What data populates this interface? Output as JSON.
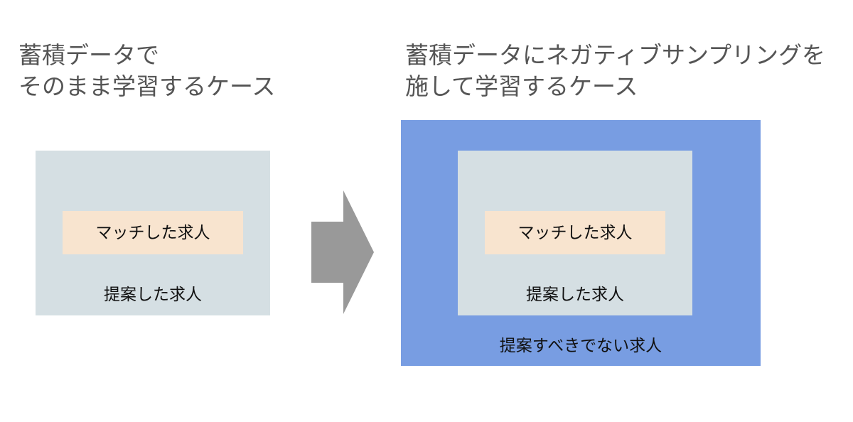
{
  "left": {
    "title_lines": [
      "蓄積データで",
      "そのまま学習するケース"
    ],
    "proposed_label": "提案した求人",
    "matched_label": "マッチした求人"
  },
  "arrow": {
    "icon": "right-arrow-icon",
    "color": "#999999"
  },
  "right": {
    "title_lines": [
      "蓄積データにネガティブサンプリングを",
      "施して学習するケース"
    ],
    "negative_label": "提案すべきでない求人",
    "proposed_label": "提案した求人",
    "matched_label": "マッチした求人"
  },
  "colors": {
    "proposed_bg": "#d5dfe3",
    "matched_bg": "#f8e4cf",
    "negative_bg": "#789de2",
    "title_text": "#555555"
  }
}
